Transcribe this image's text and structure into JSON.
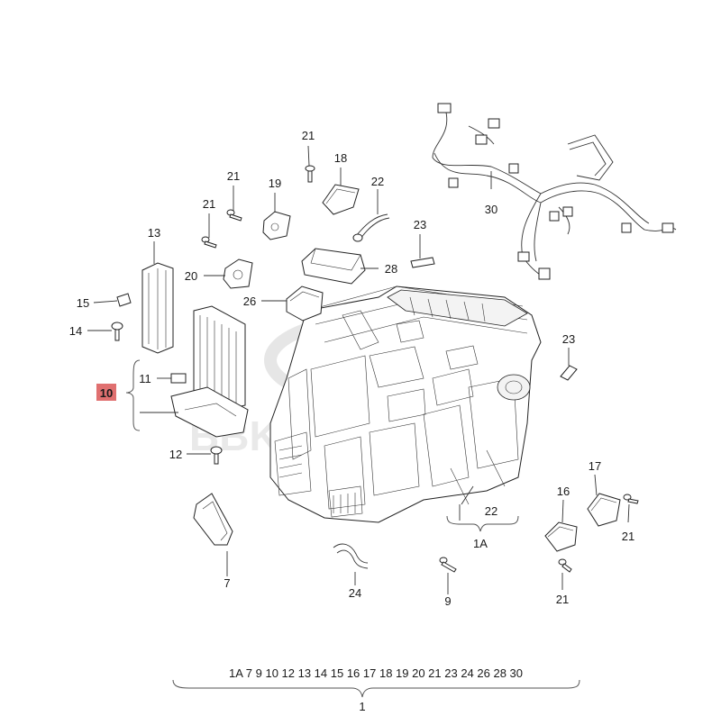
{
  "callouts": {
    "c21a": "21",
    "c18": "18",
    "c19": "19",
    "c21b": "21",
    "c22a": "22",
    "c21c": "21",
    "c23a": "23",
    "c30": "30",
    "c13": "13",
    "c20": "20",
    "c28": "28",
    "c26": "26",
    "c15": "15",
    "c14": "14",
    "c23b": "23",
    "c10": "10",
    "c11": "11",
    "c12": "12",
    "c17": "17",
    "c16": "16",
    "c21d": "21",
    "c22b": "22",
    "c1a": "1A",
    "c7": "7",
    "c24": "24",
    "c9": "9",
    "c21e": "21"
  },
  "highlight_color": "#e07070",
  "assembly": {
    "index_list": "1A 7 9 10 12 13 14 15 16 17 18 19 20 21 23 24 26 28 30",
    "main_label": "1"
  },
  "watermark": "BBKW.PALACE"
}
